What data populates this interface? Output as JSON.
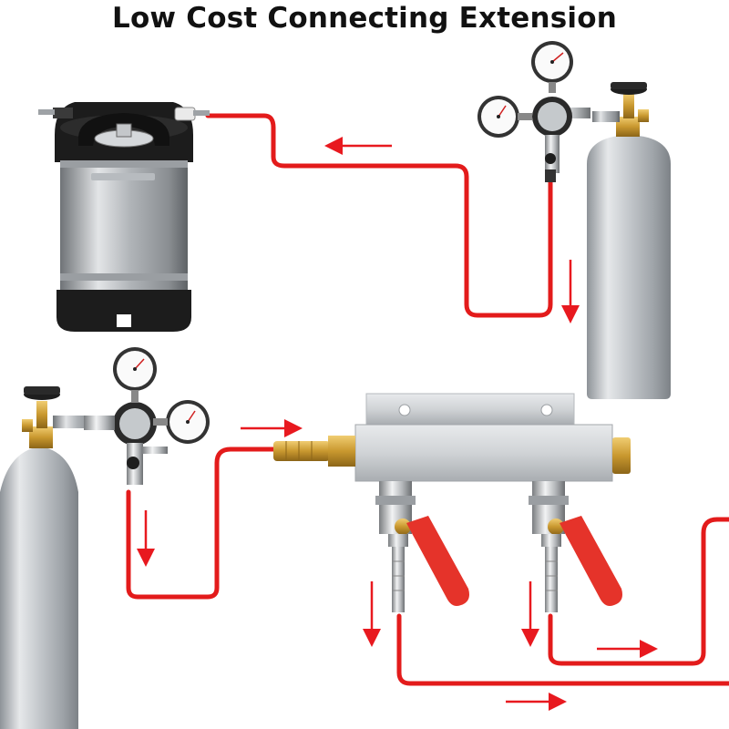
{
  "title": "Low Cost Connecting Extension",
  "colors": {
    "hose": "#e31b1b",
    "arrow": "#e8191f",
    "aluminum": "#c9cdd1",
    "brass": "#c9982f",
    "valve_handle": "#e5332a",
    "keg_rubber": "#1c1c1c"
  },
  "icons": [
    "keg",
    "co2-cylinder",
    "pressure-regulator",
    "pressure-gauge",
    "gas-manifold",
    "shutoff-valve",
    "barb-fitting",
    "flow-arrow"
  ]
}
